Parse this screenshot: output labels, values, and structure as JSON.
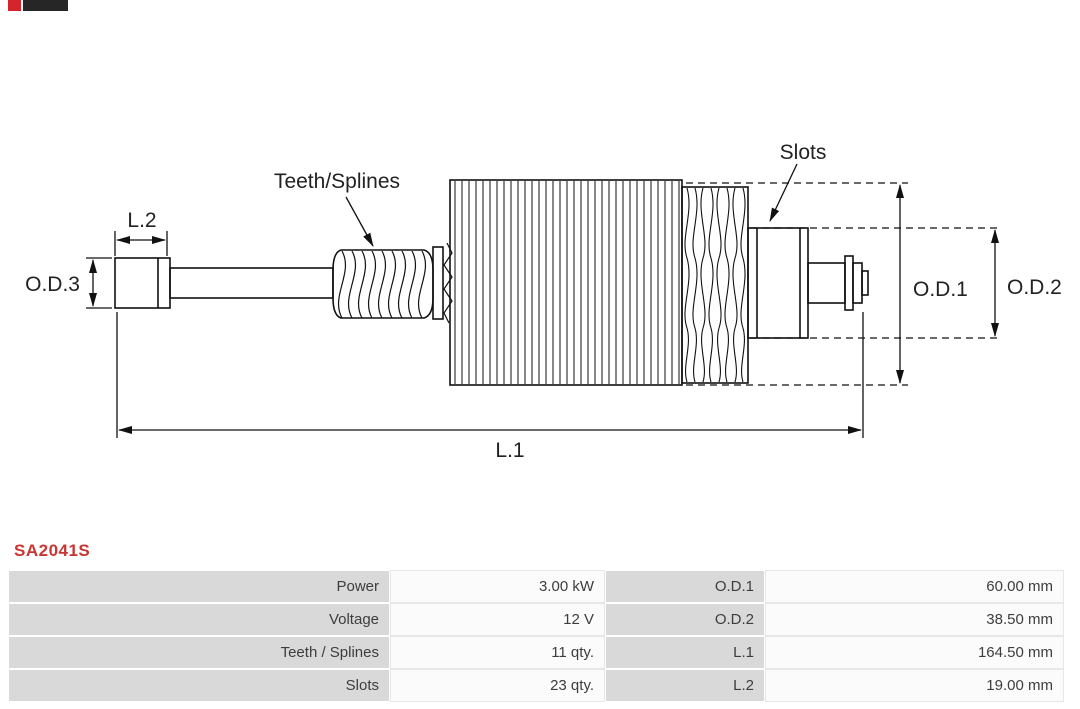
{
  "part": {
    "number": "SA2041S"
  },
  "diagram": {
    "labels": {
      "teeth_splines": "Teeth/Splines",
      "slots": "Slots",
      "od1": "O.D.1",
      "od2": "O.D.2",
      "od3": "O.D.3",
      "l1": "L.1",
      "l2": "L.2"
    }
  },
  "specs": {
    "rows": [
      {
        "k1": "Power",
        "v1": "3.00 kW",
        "k2": "O.D.1",
        "v2": "60.00 mm"
      },
      {
        "k1": "Voltage",
        "v1": "12 V",
        "k2": "O.D.2",
        "v2": "38.50 mm"
      },
      {
        "k1": "Teeth / Splines",
        "v1": "11 qty.",
        "k2": "L.1",
        "v2": "164.50 mm"
      },
      {
        "k1": "Slots",
        "v1": "23 qty.",
        "k2": "L.2",
        "v2": "19.00 mm"
      }
    ]
  },
  "colors": {
    "part_number": "#cc3333",
    "table_label_bg": "#d9d9d9",
    "table_value_bg": "#fbfbfb",
    "line": "#111111"
  }
}
